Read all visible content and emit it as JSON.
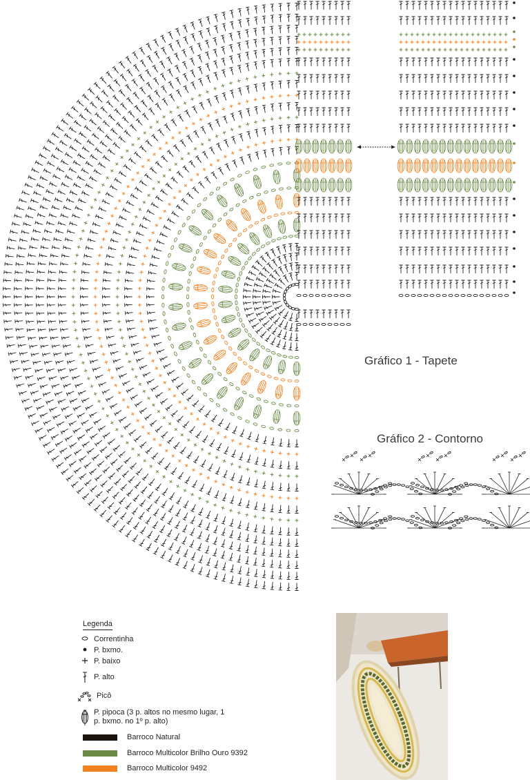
{
  "titles": {
    "chart1": "Gráfico 1 - Tapete",
    "chart2": "Gráfico 2 - Contorno"
  },
  "legend": {
    "heading": "Legenda",
    "items": [
      {
        "symbol": "chain",
        "label": "Correntinha"
      },
      {
        "symbol": "slip-stitch",
        "label": "P. bxmo."
      },
      {
        "symbol": "single-crochet",
        "label": "P. baixo"
      },
      {
        "symbol": "double-crochet",
        "label": "P. alto"
      },
      {
        "symbol": "picot",
        "label": "Picô"
      },
      {
        "symbol": "popcorn",
        "label": "P. pipoca (3 p. altos no mesmo lugar, 1 p. bxmo. no 1º p. alto)"
      }
    ],
    "colors": [
      {
        "label": "Barroco Natural",
        "color": "#1a1511"
      },
      {
        "label": "Barroco Multicolor Brilho Ouro 9392",
        "color": "#6b8a45"
      },
      {
        "label": "Barroco Multicolor 9492",
        "color": "#f58220"
      }
    ]
  },
  "palette": {
    "black": "#231f20",
    "green": "#6b8a45",
    "orange": "#f58220"
  }
}
